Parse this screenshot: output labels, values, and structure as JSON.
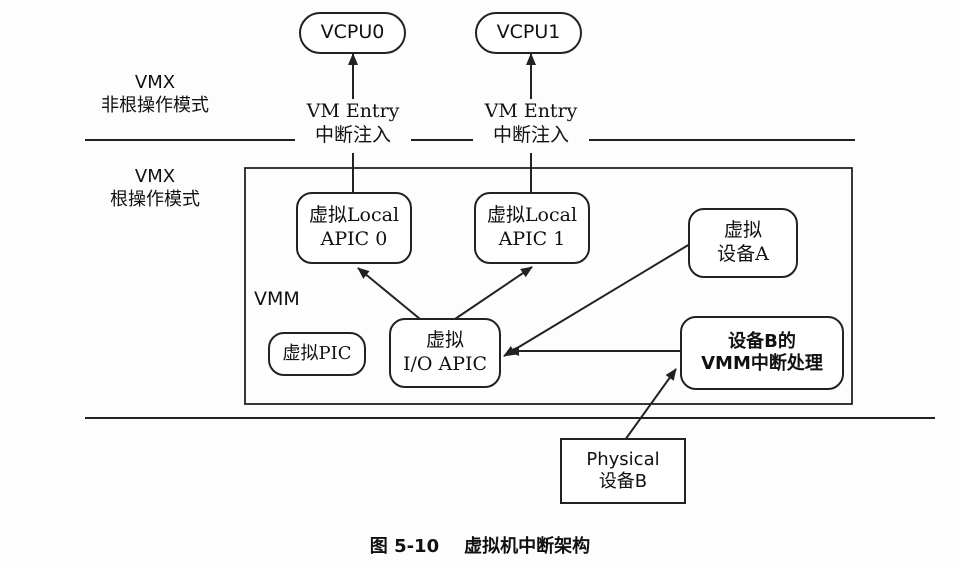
{
  "diagram": {
    "vcpu0": "VCPU0",
    "vcpu1": "VCPU1",
    "nonroot_mode": {
      "line1": "VMX",
      "line2": "非根操作模式"
    },
    "root_mode": {
      "line1": "VMX",
      "line2": "根操作模式"
    },
    "entry0": {
      "line1": "VM Entry",
      "line2": "中断注入"
    },
    "entry1": {
      "line1": "VM Entry",
      "line2": "中断注入"
    },
    "lapic0": {
      "line1": "虚拟Local",
      "line2": "APIC 0"
    },
    "lapic1": {
      "line1": "虚拟Local",
      "line2": "APIC 1"
    },
    "device_a": {
      "line1": "虚拟",
      "line2": "设备A"
    },
    "vmm_label": "VMM",
    "ioapic": {
      "line1": "虚拟",
      "line2": "I/O APIC"
    },
    "pic": "虚拟PIC",
    "vmm_handler": {
      "line1": "设备B的",
      "line2": "VMM中断处理"
    },
    "physical_b": {
      "line1": "Physical",
      "line2": "设备B"
    }
  },
  "caption": "图 5-10    虚拟机中断架构",
  "colors": {
    "line": "#222222",
    "background": "#fdfdfd"
  }
}
